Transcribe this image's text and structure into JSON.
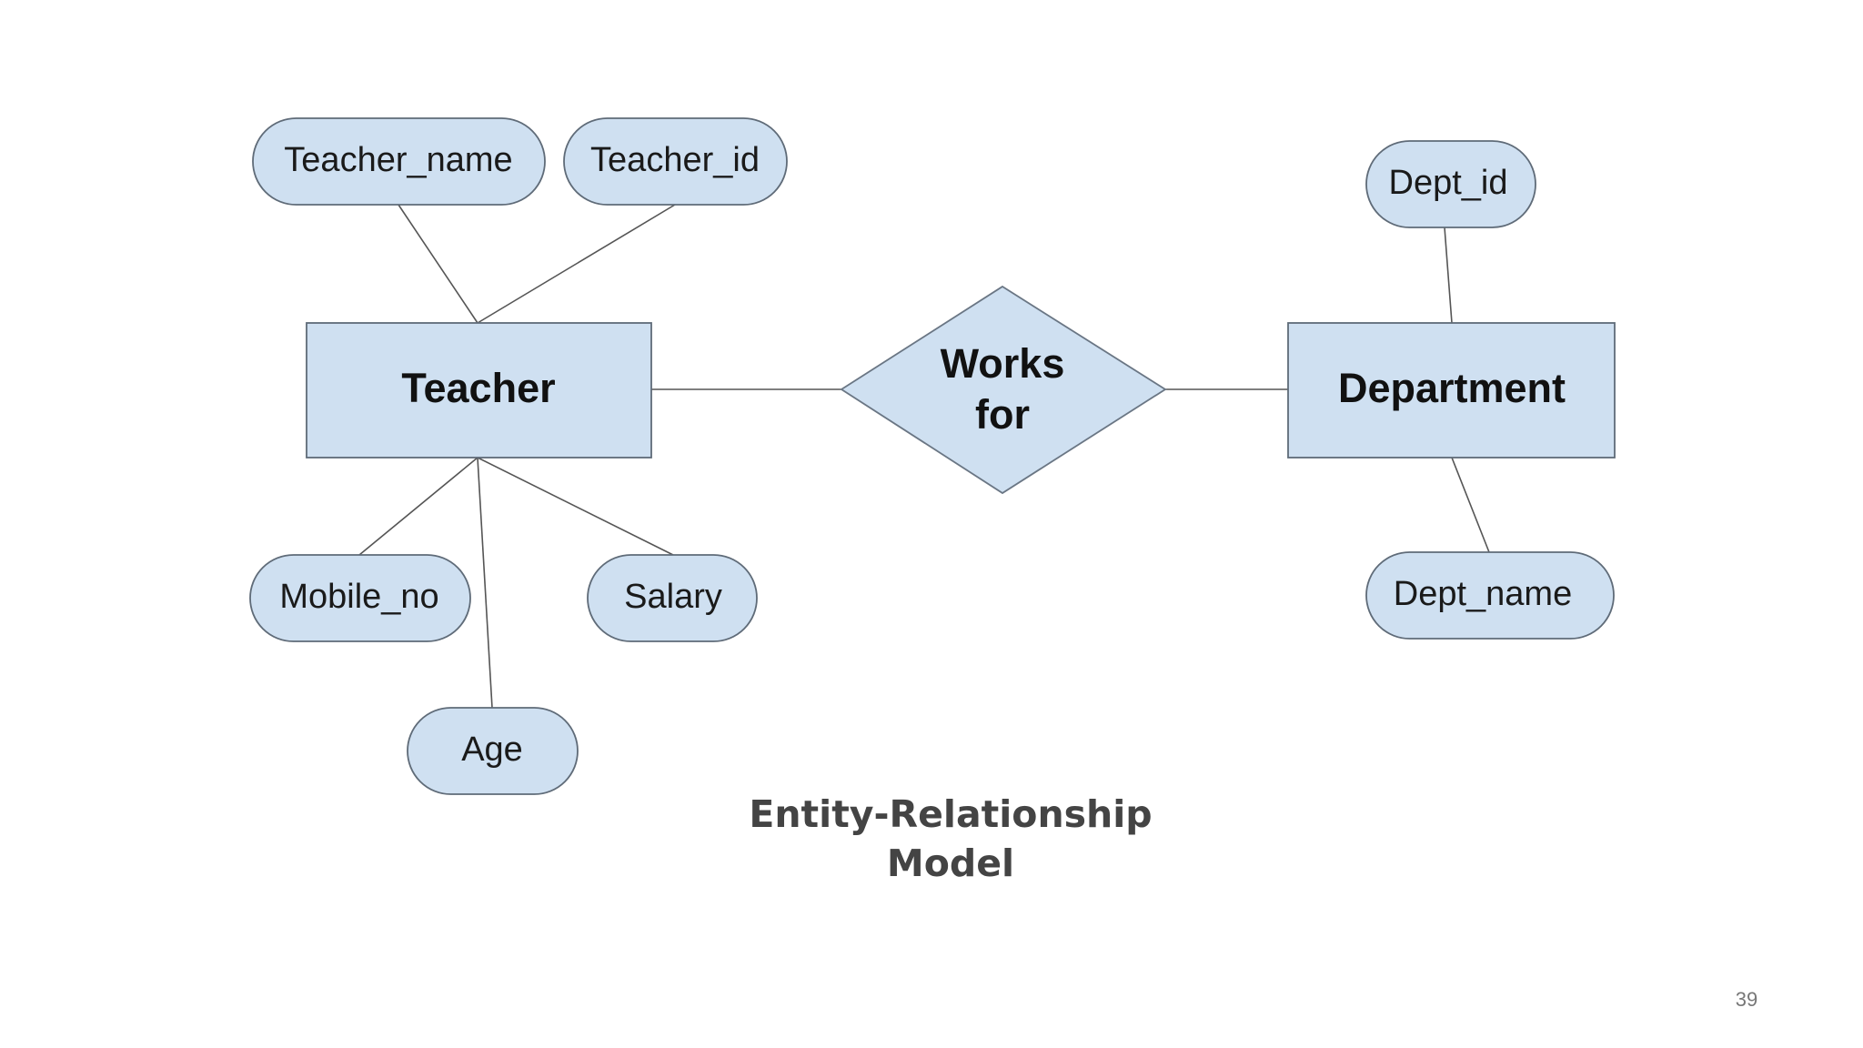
{
  "diagram": {
    "entities": {
      "teacher": "Teacher",
      "department": "Department"
    },
    "relationship": {
      "line1": "Works",
      "line2": "for"
    },
    "attributes": {
      "teacher_name": "Teacher_name",
      "teacher_id": "Teacher_id",
      "mobile_no": "Mobile_no",
      "salary": "Salary",
      "age": "Age",
      "dept_id": "Dept_id",
      "dept_name": "Dept_name"
    },
    "caption": {
      "line1": "Entity-Relationship",
      "line2": "Model"
    }
  },
  "slide": {
    "page_number": "39"
  },
  "colors": {
    "shape_fill": "#cfe0f1",
    "shape_stroke": "#5f6b78",
    "connector": "#555555"
  }
}
